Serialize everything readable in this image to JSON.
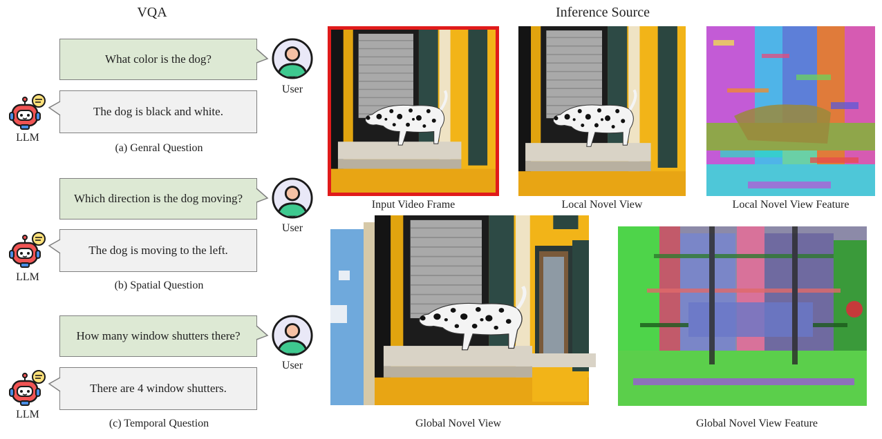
{
  "left_header": "VQA",
  "right_header": "Inference Source",
  "user_label": "User",
  "llm_label": "LLM",
  "qa": [
    {
      "question": "What color is the dog?",
      "answer": "The dog is black and white.",
      "caption": "(a) Genral Question"
    },
    {
      "question": "Which direction is the dog moving?",
      "answer": "The dog is moving to the left.",
      "caption": "(b) Spatial Question"
    },
    {
      "question": "How many window shutters there?",
      "answer": "There are 4 window shutters.",
      "caption": "(c) Temporal Question"
    }
  ],
  "sources": [
    {
      "label": "Input Video Frame",
      "highlighted": true
    },
    {
      "label": "Local Novel View"
    },
    {
      "label": "Local Novel View Feature"
    },
    {
      "label": "Global Novel View"
    },
    {
      "label": "Global Novel View Feature"
    }
  ],
  "colors": {
    "highlight": "#e01b1b",
    "question_bg": "#dde9d4",
    "answer_bg": "#f1f1f1",
    "wall": "#f2b418"
  }
}
